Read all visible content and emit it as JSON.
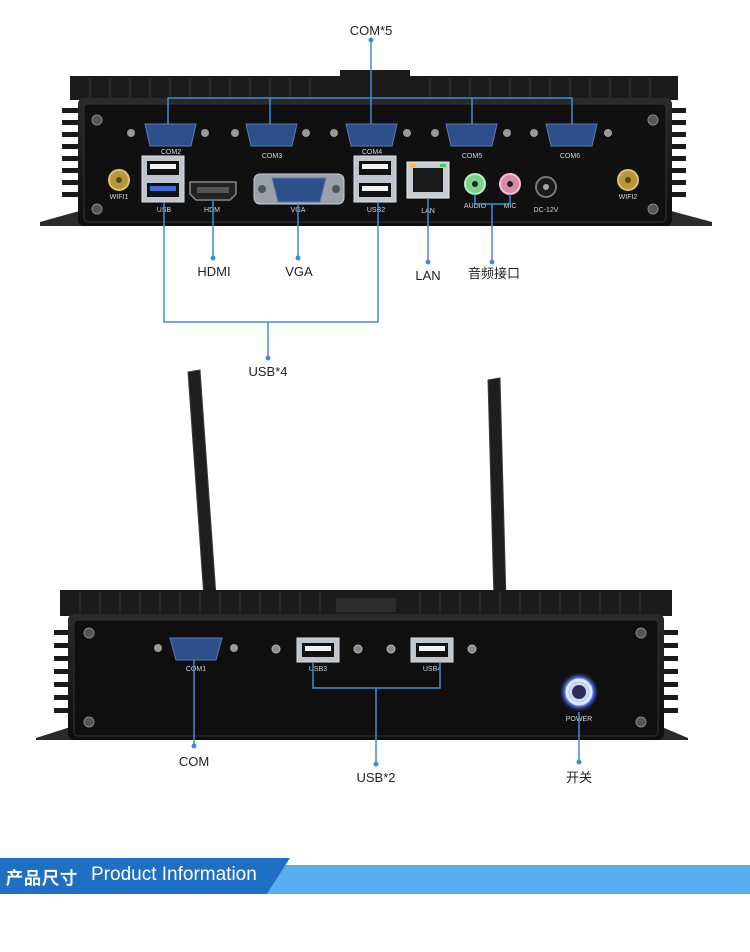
{
  "rear_panel": {
    "callouts": {
      "com5": "COM*5",
      "hdmi": "HDMI",
      "vga": "VGA",
      "lan": "LAN",
      "audio": "音频接口",
      "usb4": "USB*4"
    },
    "port_labels": {
      "com2": "COM2",
      "com3": "COM3",
      "com4": "COM4",
      "com5": "COM5",
      "com6": "COM6",
      "wifi1": "WIFI1",
      "wifi2": "WIFI2",
      "usb": "USB",
      "hdmi": "HDM",
      "vga": "VGA",
      "usb2": "USB2",
      "lan": "LAN",
      "audio": "AUDIO",
      "mic": "MIC",
      "dc": "DC-12V"
    }
  },
  "front_panel": {
    "callouts": {
      "com": "COM",
      "usb2": "USB*2",
      "power": "开关"
    },
    "port_labels": {
      "com1": "COM1",
      "usb3": "USB3",
      "usb4": "USB4",
      "power": "POWER"
    }
  },
  "banner": {
    "title": "产品尺寸",
    "subtitle": "Product  Information"
  },
  "colors": {
    "callout_line": "#3a8fd8",
    "chassis": "#141414",
    "serial_port": "#2d4f8a",
    "banner_dark": "#1f6fc5",
    "banner_light": "#5aaef0",
    "power_glow": "#8fb4ff"
  }
}
